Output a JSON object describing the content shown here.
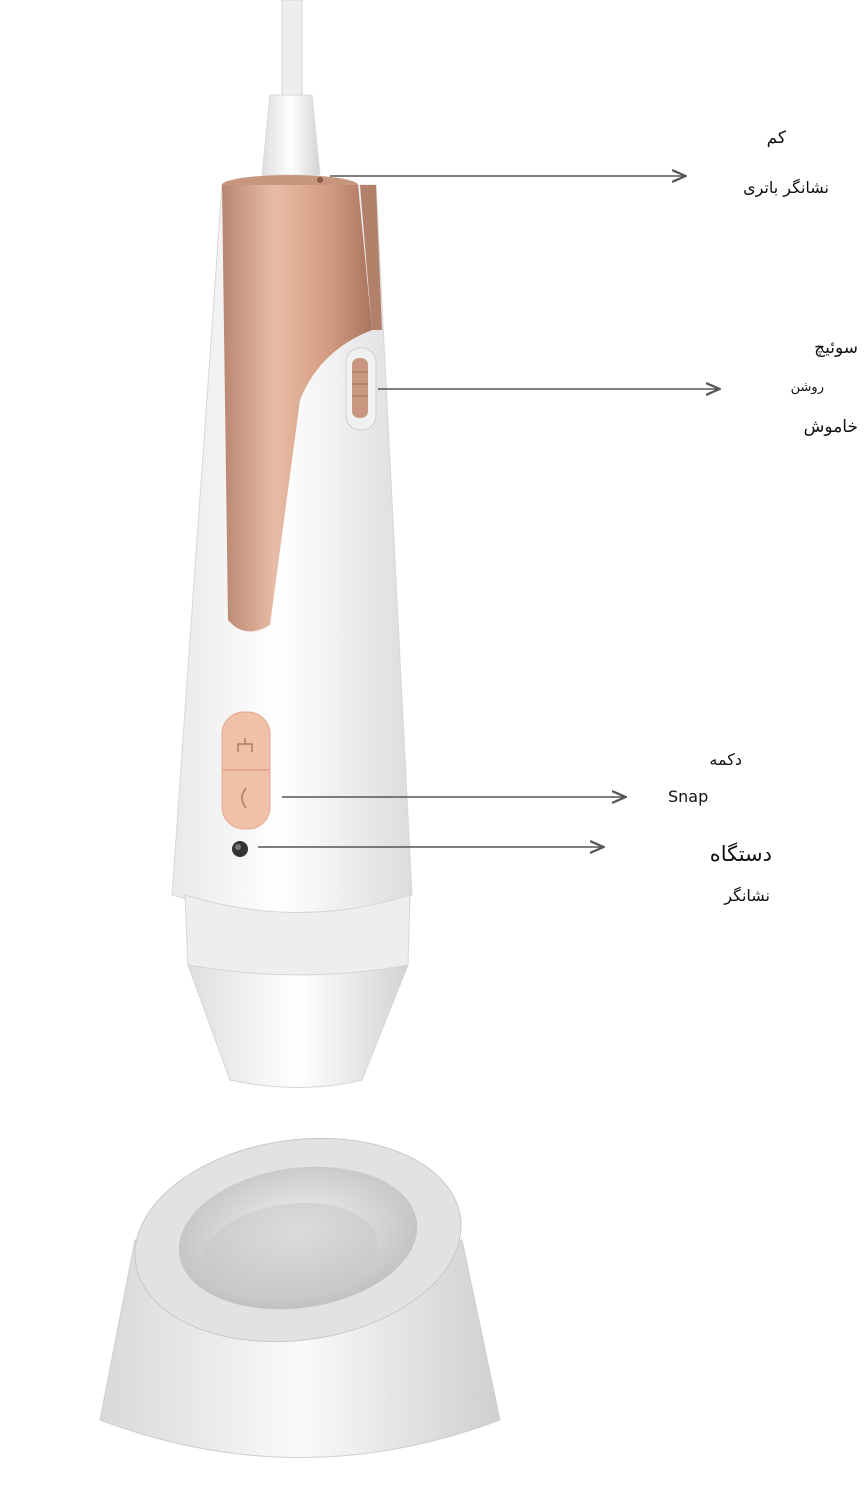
{
  "annotations": {
    "battery_indicator": {
      "line1": "کم",
      "line2": "نشانگر باتری"
    },
    "power_switch": {
      "line1": "سوئیچ",
      "line2": "روشن",
      "line3": "خاموش"
    },
    "snap_button": {
      "line1": "دکمه",
      "line2": "Snap"
    },
    "device_indicator": {
      "line1": "دستگاه",
      "line2": "نشانگر"
    }
  },
  "colors": {
    "rose_gold": "#d9a48c",
    "body_white": "#f4f4f4",
    "arrow": "#555555",
    "text": "#111111"
  }
}
